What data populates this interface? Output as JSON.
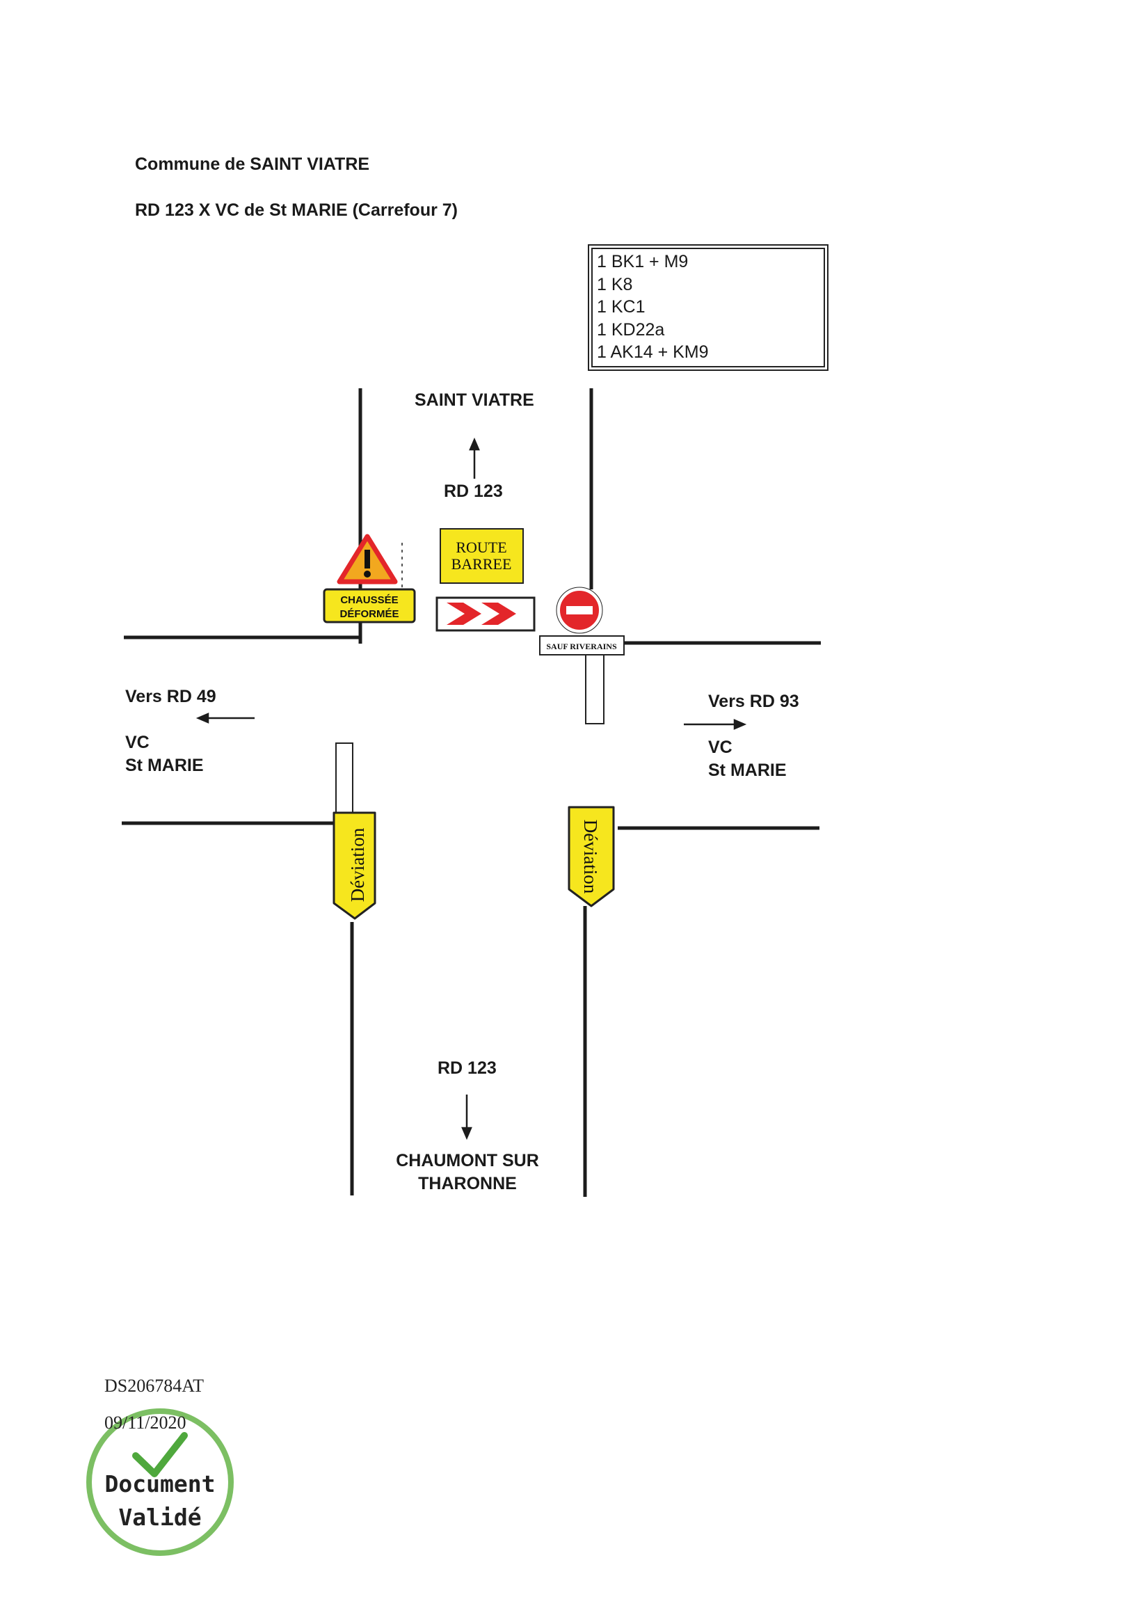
{
  "header": {
    "commune": "Commune de SAINT VIATRE",
    "crossing": "RD 123 X VC de St MARIE (Carrefour 7)"
  },
  "legend": {
    "items": [
      "1 BK1 + M9",
      "1 K8",
      "1 KC1",
      "1 KD22a",
      "1 AK14 + KM9"
    ]
  },
  "north": {
    "destination": "SAINT VIATRE",
    "road": "RD 123"
  },
  "west": {
    "line1": "Vers RD 49",
    "line2": "VC",
    "line3": "St MARIE"
  },
  "east": {
    "line1": "Vers RD 93",
    "line2": "VC",
    "line3": "St MARIE"
  },
  "south": {
    "road": "RD 123",
    "line1": "CHAUMONT SUR",
    "line2": "THARONNE"
  },
  "signs": {
    "route_barree_line1": "ROUTE",
    "route_barree_line2": "BARREE",
    "chaussee_line1": "CHAUSSÉE",
    "chaussee_line2": "DÉFORMÉE",
    "sauf_riverains": "SAUF RIVERAINS",
    "deviation_left": "Déviation",
    "deviation_right": "Déviation"
  },
  "footer": {
    "reference": "DS206784AT",
    "date": "09/11/2020",
    "stamp_line1": "Document",
    "stamp_line2": "Validé"
  },
  "colors": {
    "sign_yellow": "#f6e61e",
    "chevron_red": "#e3262a",
    "stamp_green": "#7cbf63",
    "road_line": "#1c1c1c"
  }
}
